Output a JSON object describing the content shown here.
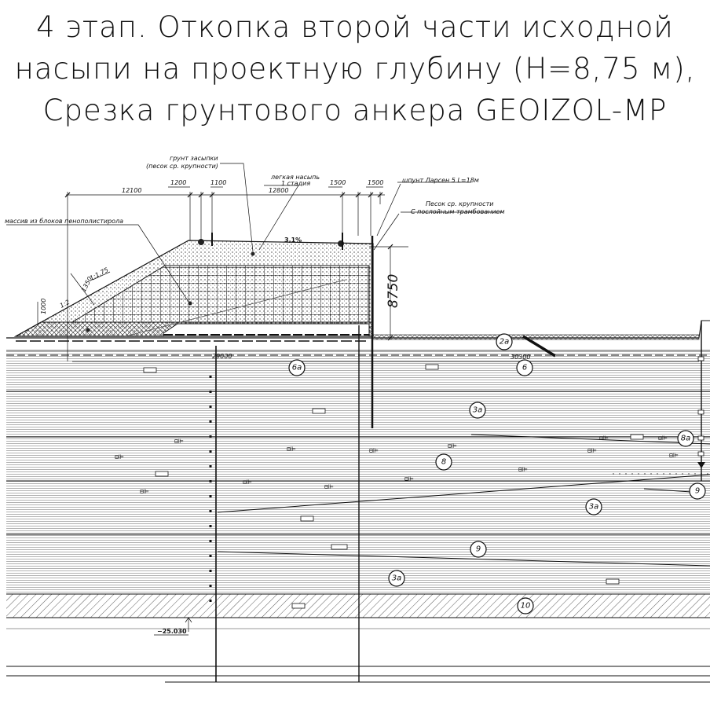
{
  "title": {
    "line1": "4 этап. Откопка второй части исходной",
    "line2": "насыпи на проектную глубину (H=8,75 м),",
    "line3": "Срезка грунтового анкера GEOIZOL-MP"
  },
  "callouts": {
    "backfill_1": "грунт засыпки",
    "backfill_2": "(песок ср. крупности)",
    "light_fill_1": "легкая насыпь",
    "light_fill_2": "1 стадия",
    "sheet_pile": "шпунт Ларсен 5 L=18м",
    "sand_1": "Песок ср. крупности",
    "sand_2": "С послойным трамбованием",
    "foam_block": "массив из блоков пенополистирола"
  },
  "dimensions": {
    "d12100": "12100",
    "d1200": "1200",
    "d1100": "1100",
    "d12800": "12800",
    "d1500a": "1500",
    "d1500b": "1500",
    "d8750": "8750",
    "d1350": "1350",
    "d1000": "1000",
    "slope_1_175": "1:1,75",
    "slope_1_2": "1:2",
    "grade": "3,1%",
    "d29000": "29000",
    "d30300": "30300",
    "elev": "−25.030"
  },
  "layers": {
    "l2a": "2а",
    "l6a": "6а",
    "l6": "6",
    "l3a_1": "3а",
    "l8": "8",
    "l8a": "8а",
    "l9_right": "9",
    "l3a_2": "3а",
    "l9": "9",
    "l3a_3": "3а",
    "l10": "10"
  }
}
